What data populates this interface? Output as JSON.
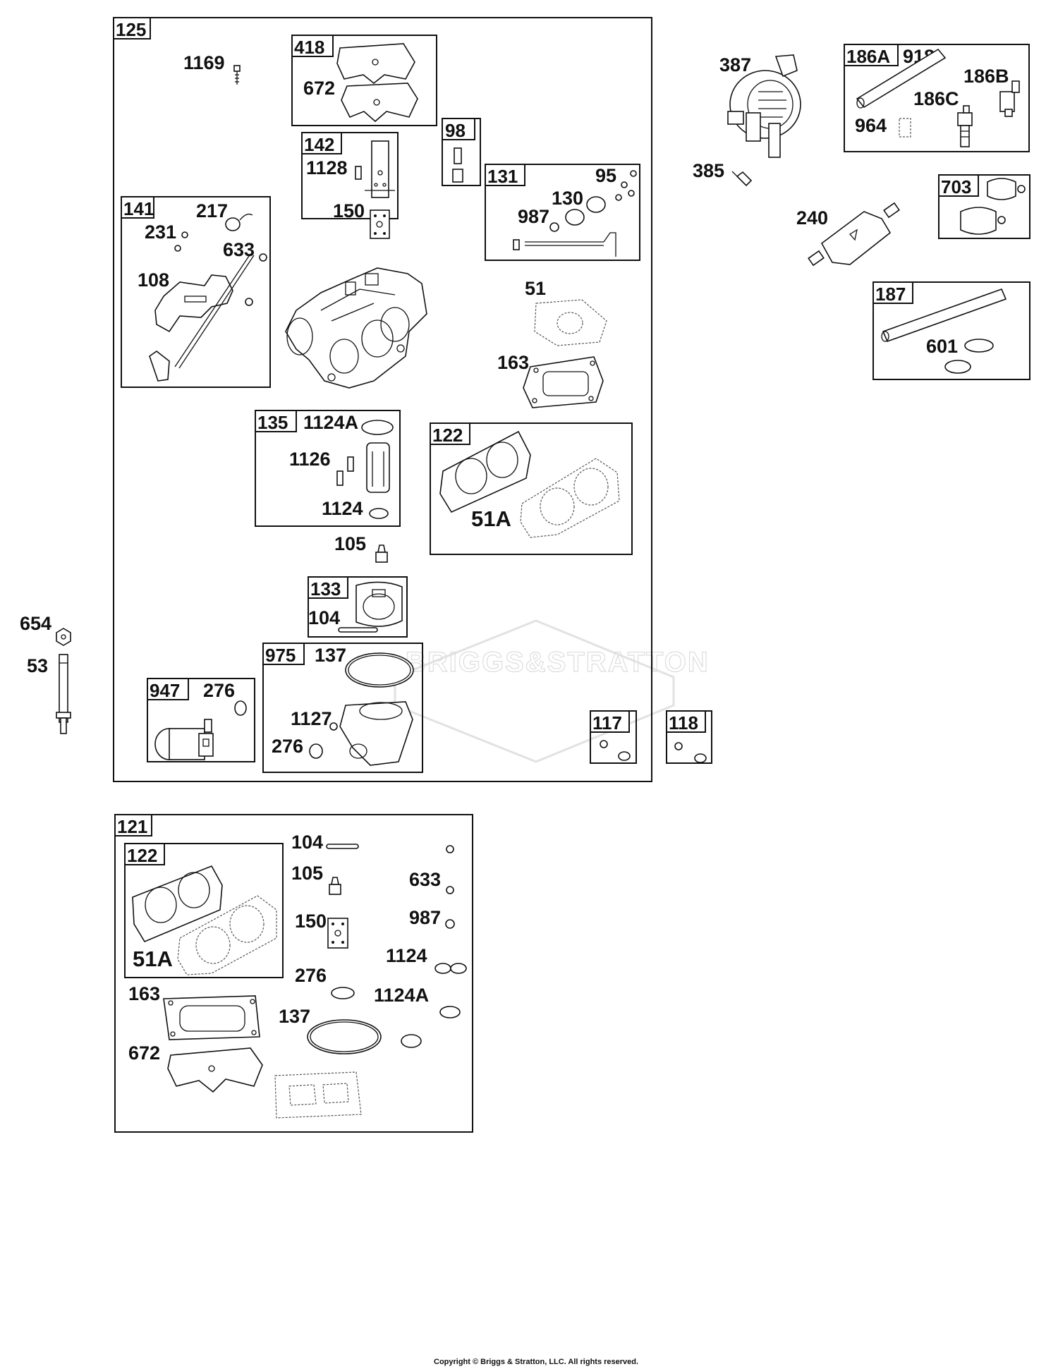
{
  "diagram": {
    "watermark": "BRIGGS&STRATTON",
    "copyright": "Copyright © Briggs & Stratton, LLC. All rights reserved."
  },
  "kits": {
    "k125": "125",
    "k418": "418",
    "k98": "98",
    "k142": "142",
    "k131": "131",
    "k141": "141",
    "k135": "135",
    "k122": "122",
    "k133": "133",
    "k975": "975",
    "k947": "947",
    "k117": "117",
    "k118": "118",
    "k186A": "186A",
    "k703": "703",
    "k187": "187",
    "k121": "121",
    "k122b": "122"
  },
  "labels": {
    "p1169": "1169",
    "p672": "672",
    "p1128": "1128",
    "p150": "150",
    "p95": "95",
    "p130": "130",
    "p987": "987",
    "p217": "217",
    "p231": "231",
    "p633": "633",
    "p108": "108",
    "p51": "51",
    "p163": "163",
    "p1124A": "1124A",
    "p1126": "1126",
    "p1124": "1124",
    "p51A": "51A",
    "p105": "105",
    "p104": "104",
    "p137": "137",
    "p1127": "1127",
    "p276a": "276",
    "p276b": "276",
    "p654": "654",
    "p53": "53",
    "p387": "387",
    "p385": "385",
    "p918": "918",
    "p186B": "186B",
    "p186C": "186C",
    "p964": "964",
    "p240": "240",
    "p601": "601",
    "q104": "104",
    "q105": "105",
    "q633": "633",
    "q150": "150",
    "q987": "987",
    "q1124": "1124",
    "q276": "276",
    "q1124A": "1124A",
    "q163": "163",
    "q137": "137",
    "q672": "672",
    "q51A": "51A"
  }
}
